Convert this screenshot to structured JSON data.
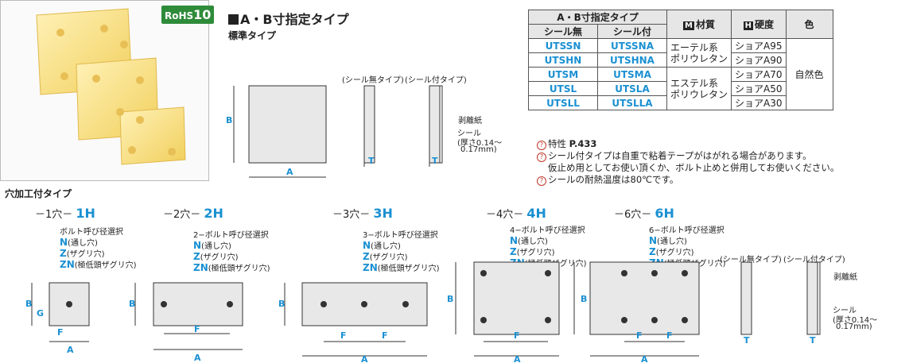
{
  "badge": {
    "label": "RoHS",
    "num": "10"
  },
  "heading": {
    "title": "A・B寸指定タイプ",
    "subtitle": "標準タイプ"
  },
  "standard": {
    "label_noseal": "(シール無タイプ)",
    "label_seal": "(シール付タイプ)",
    "peel": "剥離紙",
    "seal": "シール",
    "seal_thick": "(厚さ0.14～",
    "seal_thick2": "0.17mm)",
    "A": "A",
    "B": "B",
    "T": "T"
  },
  "table": {
    "col1": "A・B寸指定タイプ",
    "sub1": "シール無",
    "sub2": "シール付",
    "col_material_icon": "M",
    "col_material": "材質",
    "col_hard_icon": "H",
    "col_hard": "硬度",
    "col_color": "色",
    "rows": [
      {
        "a": "UTSSN",
        "b": "UTSSNA",
        "hard": "ショアA95"
      },
      {
        "a": "UTSHN",
        "b": "UTSHNA",
        "hard": "ショアA90"
      },
      {
        "a": "UTSM",
        "b": "UTSMA",
        "hard": "ショアA70"
      },
      {
        "a": "UTSL",
        "b": "UTSLA",
        "hard": "ショアA50"
      },
      {
        "a": "UTSLL",
        "b": "UTSLLA",
        "hard": "ショアA30"
      }
    ],
    "mat1a": "エーテル系",
    "mat1b": "ポリウレタン",
    "mat2a": "エステル系",
    "mat2b": "ポリウレタン",
    "color": "自然色"
  },
  "notes": {
    "n1": "特性",
    "n1_ref": "P.433",
    "n2": "シール付タイプは自重で粘着テープがはがれる場合があります。",
    "n2b": "仮止め用としてお使い頂くか、ボルト止めと併用してお使いください。",
    "n3": "シールの耐熱温度は80℃です。"
  },
  "holes": {
    "title": "穴加工付タイプ",
    "h1": {
      "pre": "－1穴－",
      "code": "1H",
      "sel": "ボルト呼び径選択"
    },
    "h2": {
      "pre": "－2穴－",
      "code": "2H",
      "sel": "2−ボルト呼び径選択"
    },
    "h3": {
      "pre": "－3穴－",
      "code": "3H",
      "sel": "3−ボルト呼び径選択"
    },
    "h4": {
      "pre": "－4穴－",
      "code": "4H",
      "sel": "4−ボルト呼び径選択"
    },
    "h6": {
      "pre": "－6穴－",
      "code": "6H",
      "sel": "6−ボルト呼び径選択"
    },
    "N": "N",
    "N_txt": "(通し穴)",
    "Z": "Z",
    "Z_txt": "(ザグリ穴)",
    "ZN": "ZN",
    "ZN_txt": "(極低頭ザグリ穴)",
    "F": "F",
    "G": "G"
  },
  "side2": {
    "label_noseal": "(シール無タイプ)",
    "label_seal": "(シール付タイプ)",
    "peel": "剥離紙",
    "seal": "シール",
    "seal_thick": "(厚さ0.14～",
    "seal_thick2": "0.17mm)"
  }
}
